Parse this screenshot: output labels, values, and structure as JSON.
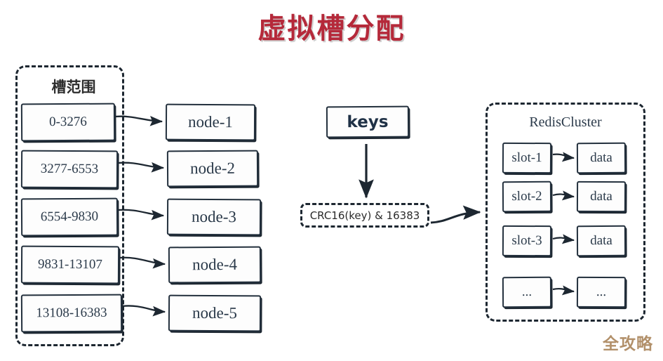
{
  "title": "虚拟槽分配",
  "title_color": "#b5293a",
  "background": "#ffffff",
  "ink_color": "#1d2731",
  "text_color": "#2b3a4a",
  "slot_range_panel": {
    "label": "槽范围",
    "ranges": [
      {
        "text": "0-3276"
      },
      {
        "text": "3277-6553"
      },
      {
        "text": "6554-9830"
      },
      {
        "text": "9831-13107"
      },
      {
        "text": "13108-16383"
      }
    ]
  },
  "nodes": [
    {
      "text": "node-1"
    },
    {
      "text": "node-2"
    },
    {
      "text": "node-3"
    },
    {
      "text": "node-4"
    },
    {
      "text": "node-5"
    }
  ],
  "hash_flow": {
    "keys_label": "keys",
    "hash_expression": "CRC16(key) & 16383"
  },
  "redis_cluster": {
    "label": "RedisCluster",
    "rows": [
      {
        "slot": "slot-1",
        "data": "data"
      },
      {
        "slot": "slot-2",
        "data": "data"
      },
      {
        "slot": "slot-3",
        "data": "data"
      },
      {
        "slot": "...",
        "data": "..."
      }
    ]
  },
  "watermark": "全攻略"
}
